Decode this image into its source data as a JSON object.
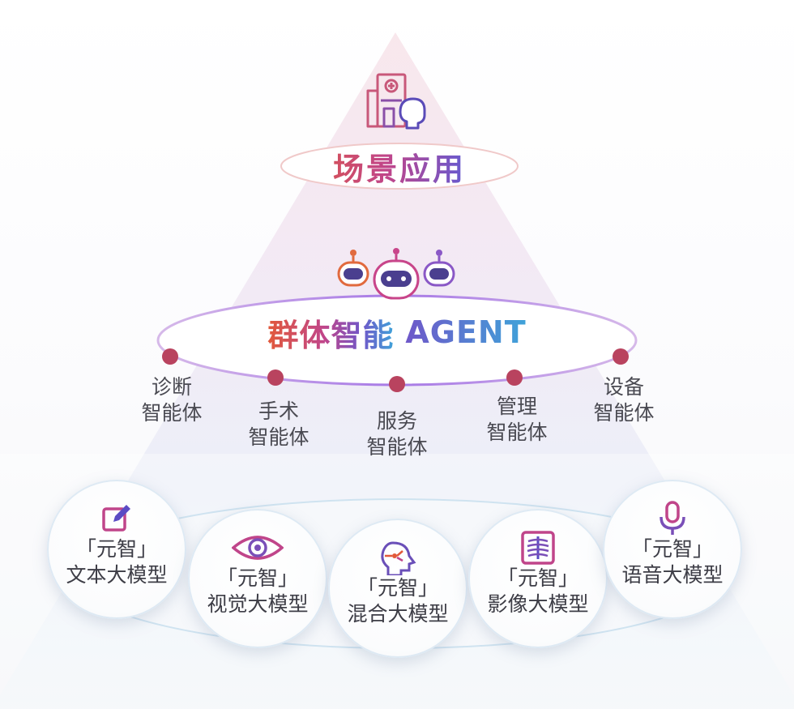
{
  "apex": {
    "title": "场景应用",
    "icon": "hospital-doctor-icon"
  },
  "agent": {
    "title_cn": "群体智能",
    "title_en": "AGENT",
    "icon": "robot-group-icon",
    "nodes": [
      {
        "line1": "诊断",
        "line2": "智能体"
      },
      {
        "line1": "手术",
        "line2": "智能体"
      },
      {
        "line1": "服务",
        "line2": "智能体"
      },
      {
        "line1": "管理",
        "line2": "智能体"
      },
      {
        "line1": "设备",
        "line2": "智能体"
      }
    ]
  },
  "models": [
    {
      "line1": "「元智」",
      "line2": "文本大模型",
      "icon": "edit-icon"
    },
    {
      "line1": "「元智」",
      "line2": "视觉大模型",
      "icon": "eye-icon"
    },
    {
      "line1": "「元智」",
      "line2": "混合大模型",
      "icon": "ai-head-icon"
    },
    {
      "line1": "「元智」",
      "line2": "影像大模型",
      "icon": "xray-icon"
    },
    {
      "line1": "「元智」",
      "line2": "语音大模型",
      "icon": "microphone-icon"
    }
  ],
  "colors": {
    "icon_gradient_start": "#e2593a",
    "icon_gradient_end": "#5b4bc4",
    "dot": "#b9435f",
    "ring": "#c9b8ee"
  }
}
